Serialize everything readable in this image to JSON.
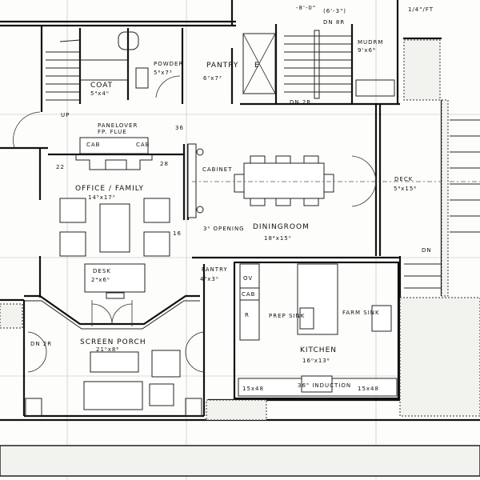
{
  "plan": {
    "rooms": {
      "coat": {
        "name": "COAT",
        "size": "5⁴x4⁰"
      },
      "powder": {
        "name": "POWDER",
        "size": "5⁶x7³"
      },
      "pantry_top": {
        "name": "PANTRY",
        "size": "6⁷x7³"
      },
      "office": {
        "name": "OFFICE / FAMILY",
        "size": "14⁵x17⁰"
      },
      "dining": {
        "name": "DININGROOM",
        "size": "18⁴x15⁰"
      },
      "desk": {
        "name": "DESK",
        "size": "2⁴x6⁰"
      },
      "pantry_small": {
        "name": "PANTRY",
        "size": "4⁷x3⁰"
      },
      "screen_porch": {
        "name": "SCREEN PORCH",
        "size": "21⁰x8⁶"
      },
      "kitchen": {
        "name": "KITCHEN",
        "size": "16⁰x13⁶"
      },
      "deck": {
        "name": "DECK",
        "size": "5⁶x15⁶"
      },
      "mudroom": {
        "name": "MUDRM",
        "size": "9'x6⁶"
      }
    },
    "notes": {
      "up": "UP",
      "panel_over": "PANELOVER",
      "fp_flue": "FP. FLUE",
      "cab_left": "CAB",
      "cab_right": "CAB",
      "dim_36": "36",
      "dim_22": "22",
      "dim_28": "28",
      "dim_16": "16",
      "cabinet": "CABINET",
      "opening": "3⁰ OPENING",
      "dn2r_left": "DN 2R",
      "dn2r_top": "DN 2R",
      "dn8r": "DN 8R",
      "dim_top1": "-8'-0\"",
      "dim_top2": "(6'-3\")",
      "slope": "1/4\"/FT",
      "elevator": "E",
      "oven": "OV",
      "cab_kitchen": "CAB",
      "fridge": "R",
      "prep_sink": "PREP SINK",
      "farm_sink": "FARM SINK",
      "induction": "36\" INDUCTION",
      "base_left": "15x48",
      "base_right": "15x48",
      "dn_right": "DN"
    }
  }
}
